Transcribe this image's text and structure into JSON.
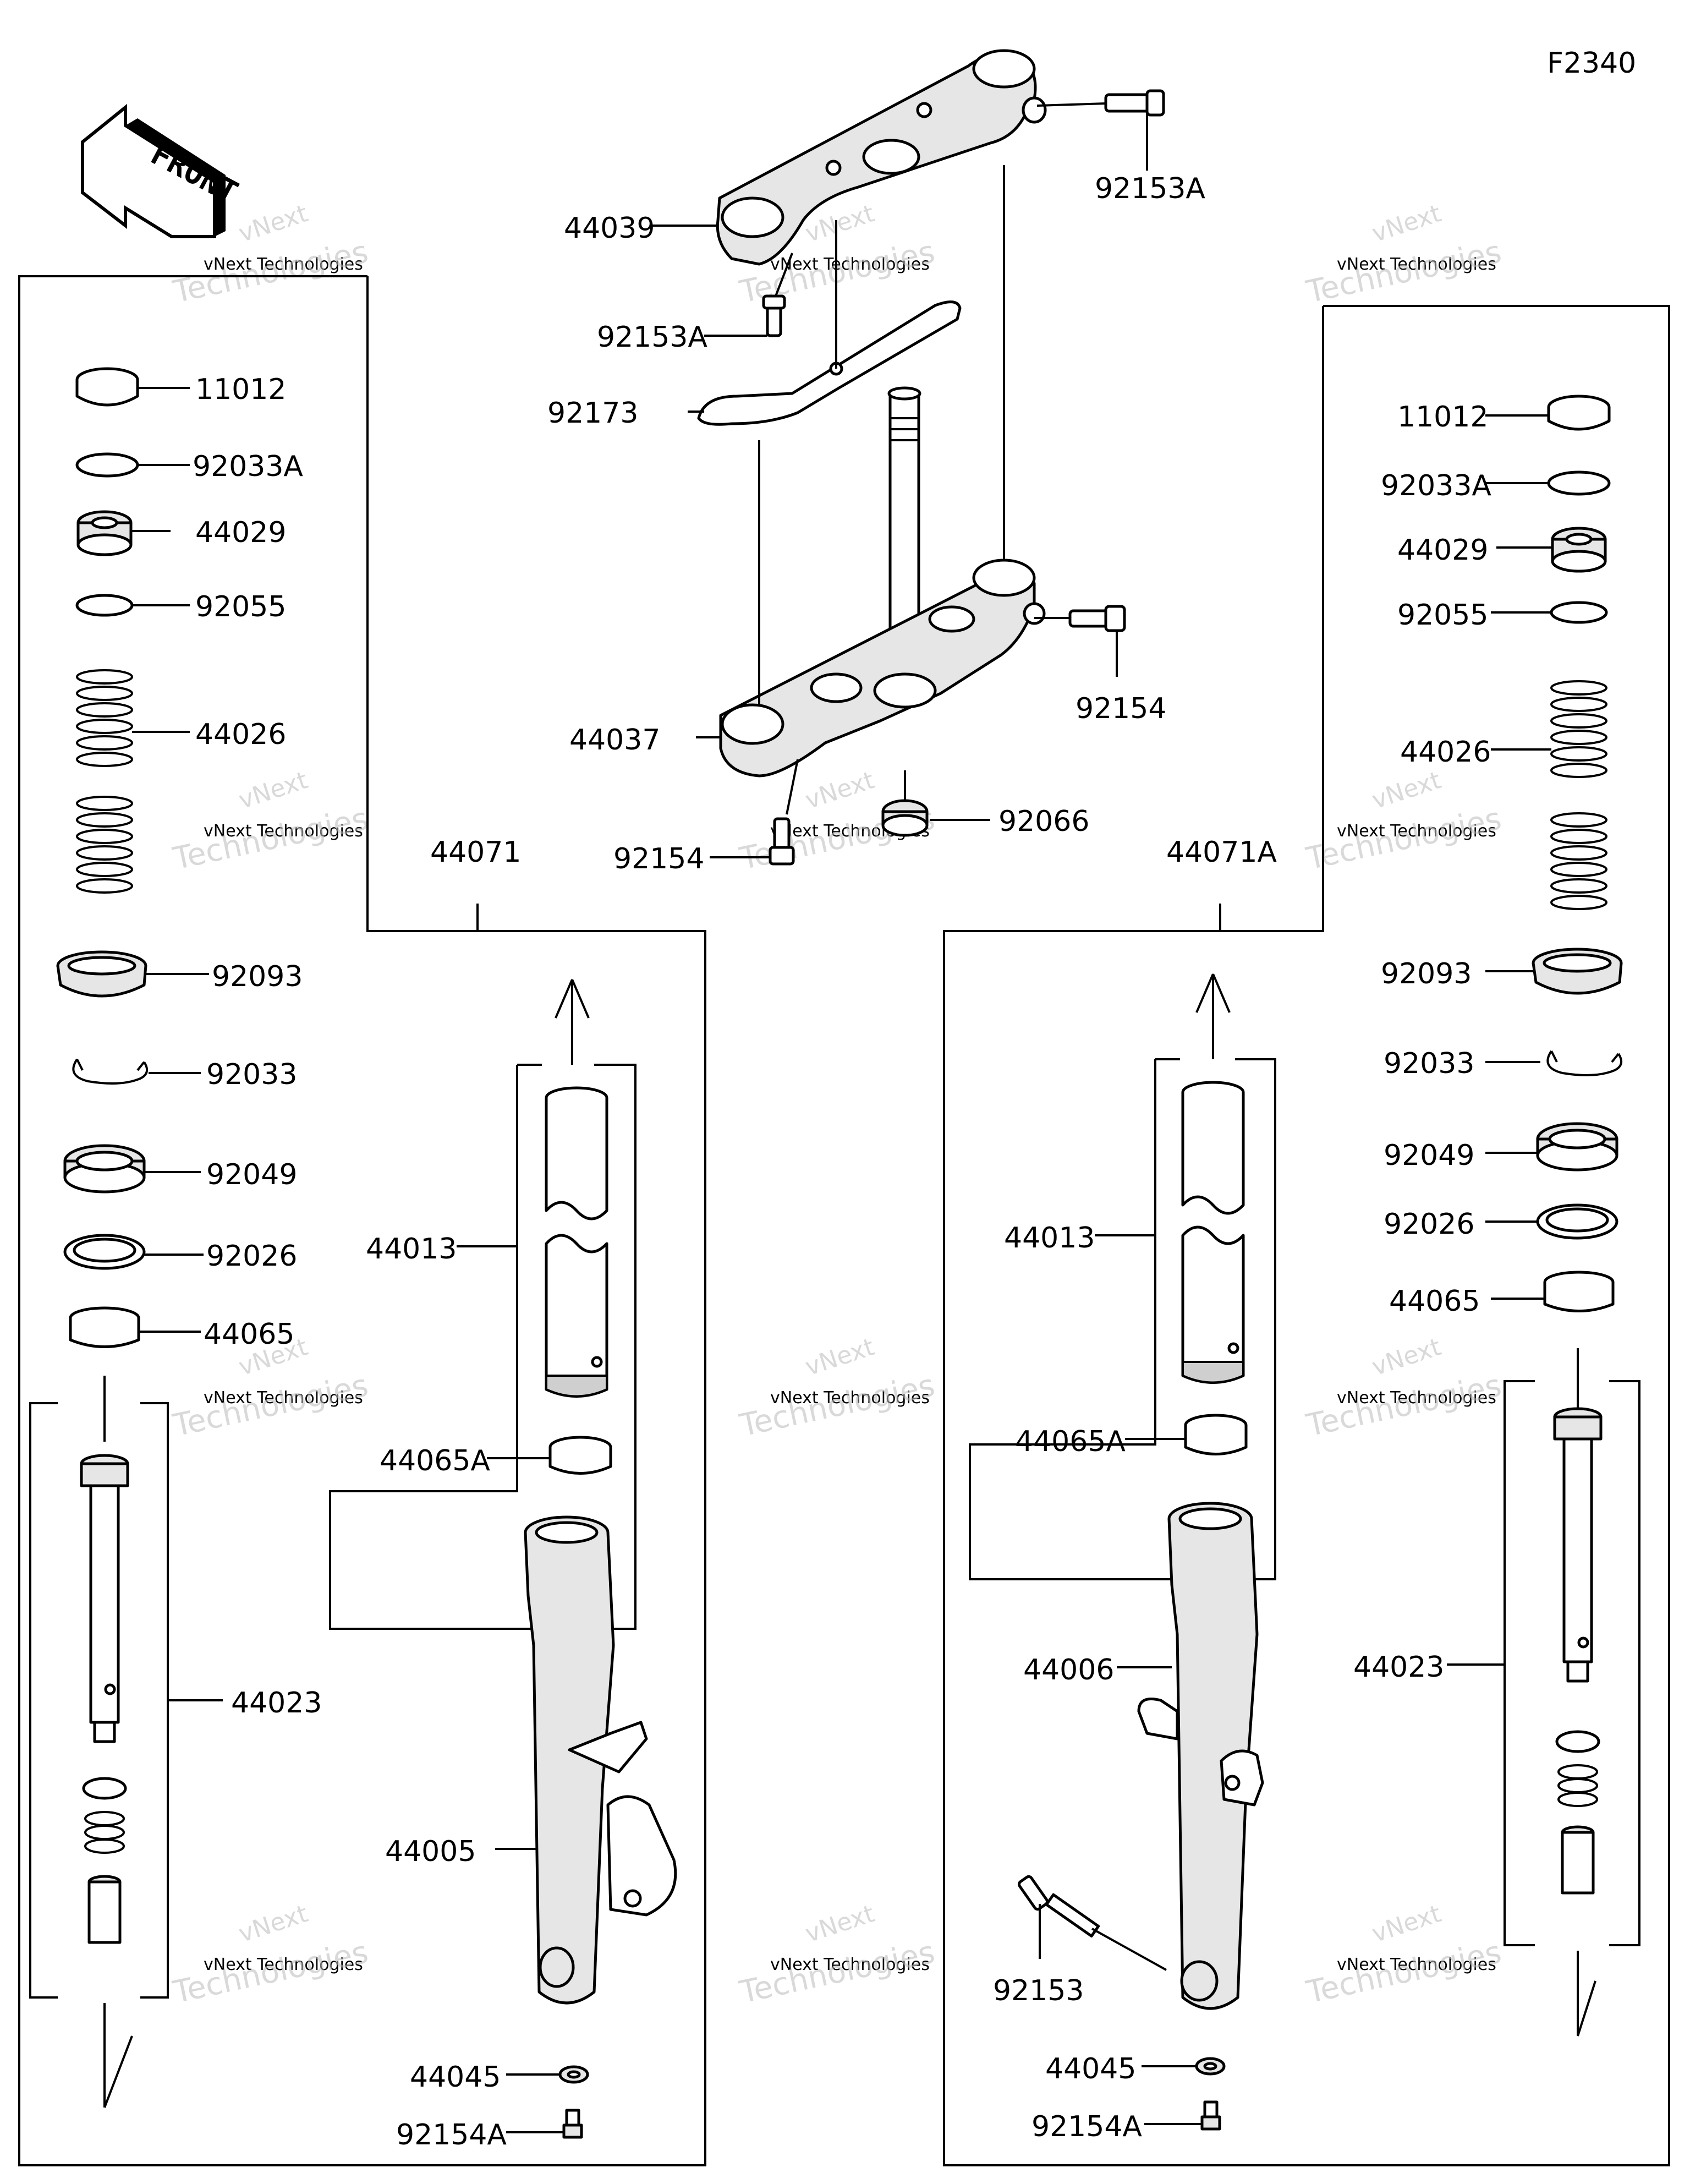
{
  "figure_code": "F2340",
  "front_arrow_text": "FRONT",
  "watermark": {
    "line1": "vNext",
    "line2": "vNext Technologies",
    "line3": "Technologies"
  },
  "labels": {
    "top_bolt_a": "92153A",
    "upper_bracket": "44039",
    "upper_bolt_a": "92153A",
    "clamp": "92173",
    "stem_head": "44037",
    "stem_bolt_right": "92154",
    "stem_bolt_lower": "92154",
    "stem_nut": "92066",
    "left_assy": "44071",
    "right_assy": "44071A",
    "left": {
      "cap": "11012",
      "ring_a": "92033A",
      "plug": "44029",
      "oring": "92055",
      "spring": "44026",
      "seal_dust": "92093",
      "circlip": "92033",
      "oil_seal": "92049",
      "washer": "92026",
      "bush": "44065",
      "cylinder": "44023",
      "inner_tube": "44013",
      "bush_a": "44065A",
      "outer_tube": "44005",
      "gasket": "44045",
      "bottom_bolt": "92154A"
    },
    "right": {
      "cap": "11012",
      "ring_a": "92033A",
      "plug": "44029",
      "oring": "92055",
      "spring": "44026",
      "seal_dust": "92093",
      "circlip": "92033",
      "oil_seal": "92049",
      "washer": "92026",
      "bush": "44065",
      "cylinder": "44023",
      "inner_tube": "44013",
      "bush_a": "44065A",
      "outer_tube": "44006",
      "axle_bolt": "92153",
      "gasket": "44045",
      "bottom_bolt": "92154A"
    }
  }
}
